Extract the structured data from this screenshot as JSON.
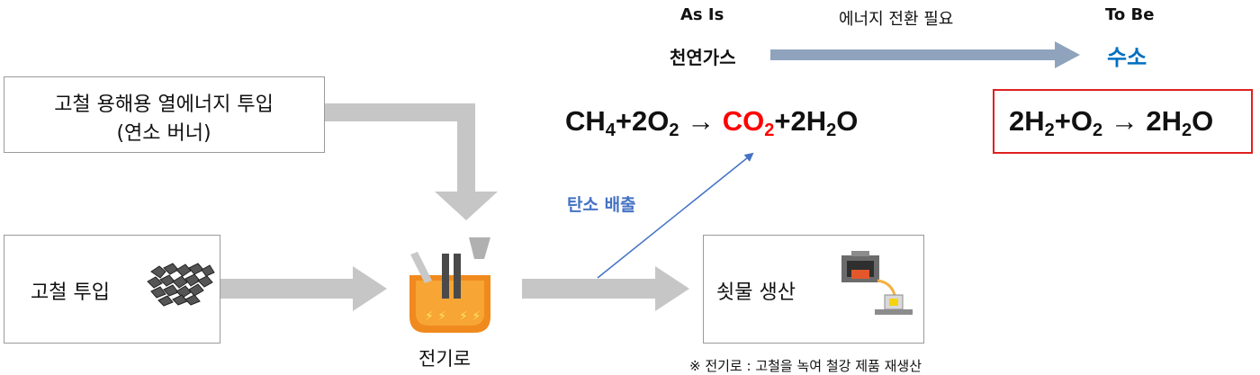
{
  "header": {
    "as_is_label": "As Is",
    "energy_transition_label": "에너지 전환 필요",
    "to_be_label": "To Be",
    "as_is_fuel": "천연가스",
    "to_be_fuel": "수소"
  },
  "equations": {
    "as_is": {
      "reactant_ch": "CH",
      "reactant_ch_sub": "4",
      "reactant_o2": "+2O",
      "reactant_o2_sub": "2",
      "arrow": "→",
      "product_co": "CO",
      "product_co_sub": "2",
      "product_h": "+2H",
      "product_h_sub": "2",
      "product_o": "O"
    },
    "to_be": {
      "reactant_h": "2H",
      "reactant_h_sub": "2",
      "reactant_o": "+O",
      "reactant_o_sub": "2",
      "arrow": "→",
      "product_h": "2H",
      "product_h_sub": "2",
      "product_o": "O"
    }
  },
  "boxes": {
    "melting_energy_line1": "고철 용해용 열에너지 투입",
    "melting_energy_line2": "(연소 버너)",
    "scrap_input": "고철 투입",
    "molten_output": "쇳물 생산"
  },
  "labels": {
    "furnace": "전기로",
    "carbon_emission": "탄소 배출",
    "footnote": "※ 전기로 : 고철을 녹여 철강 제품 재생산"
  },
  "colors": {
    "arrow_gray": "#c6c6c6",
    "gas_arrow": "#8fa3bd",
    "emission_blue": "#4472c4",
    "co2_red": "#ff0000",
    "hydrogen_blue": "#0070c0",
    "highlight_border": "#e02020",
    "furnace_orange": "#f08a1e"
  }
}
